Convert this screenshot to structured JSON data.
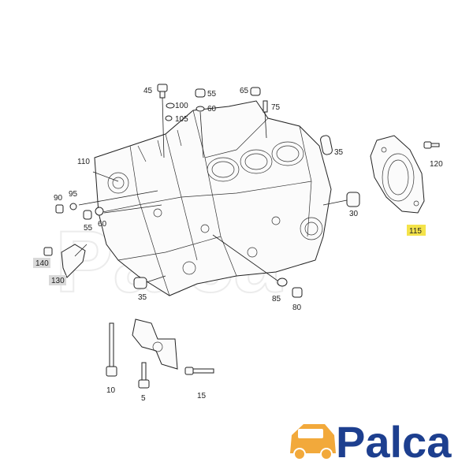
{
  "callouts": [
    {
      "id": "c45",
      "text": "45"
    },
    {
      "id": "c100",
      "text": "100"
    },
    {
      "id": "c105",
      "text": "105"
    },
    {
      "id": "c55a",
      "text": "55"
    },
    {
      "id": "c60a",
      "text": "60"
    },
    {
      "id": "c65",
      "text": "65"
    },
    {
      "id": "c75",
      "text": "75"
    },
    {
      "id": "c35a",
      "text": "35"
    },
    {
      "id": "c110",
      "text": "110"
    },
    {
      "id": "c90",
      "text": "90"
    },
    {
      "id": "c95",
      "text": "95"
    },
    {
      "id": "c55b",
      "text": "55"
    },
    {
      "id": "c60b",
      "text": "60"
    },
    {
      "id": "c140",
      "text": "140"
    },
    {
      "id": "c130",
      "text": "130"
    },
    {
      "id": "c35b",
      "text": "35"
    },
    {
      "id": "c30",
      "text": "30"
    },
    {
      "id": "c120",
      "text": "120"
    },
    {
      "id": "c115",
      "text": "115"
    },
    {
      "id": "c85",
      "text": "85"
    },
    {
      "id": "c80",
      "text": "80"
    },
    {
      "id": "c10",
      "text": "10"
    },
    {
      "id": "c5",
      "text": "5"
    },
    {
      "id": "c15",
      "text": "15"
    }
  ],
  "highlights": {
    "gray": [
      "140",
      "130"
    ],
    "yellow": [
      "115"
    ],
    "gray_color": "#d9d9d9",
    "yellow_color": "#f4e34a"
  },
  "watermark": "Palca",
  "logo": {
    "text": "Palca",
    "color": "#1d3f8f",
    "accent": "#f2a93b",
    "icon": "car-icon"
  }
}
